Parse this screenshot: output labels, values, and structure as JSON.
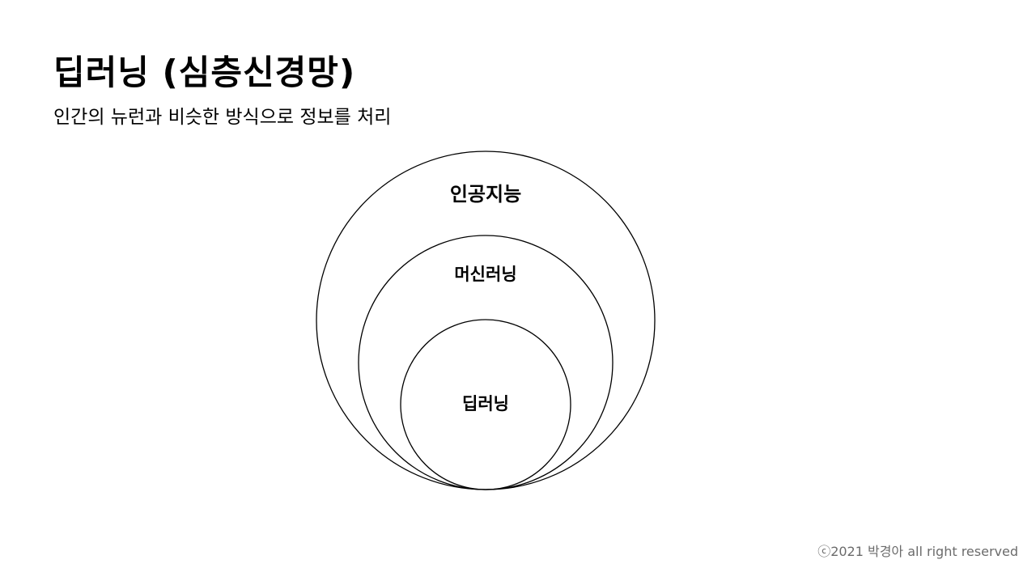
{
  "slide": {
    "title": "딥러닝 (심층신경망)",
    "subtitle": "인간의 뉴런과 비슷한 방식으로 정보를 처리"
  },
  "diagram": {
    "type": "nested-circles",
    "layers": [
      {
        "id": "ai",
        "label": "인공지능"
      },
      {
        "id": "ml",
        "label": "머신러닝"
      },
      {
        "id": "dl",
        "label": "딥러닝"
      }
    ]
  },
  "footer": {
    "copyright": "ⓒ2021 박경아 all right reserved"
  }
}
